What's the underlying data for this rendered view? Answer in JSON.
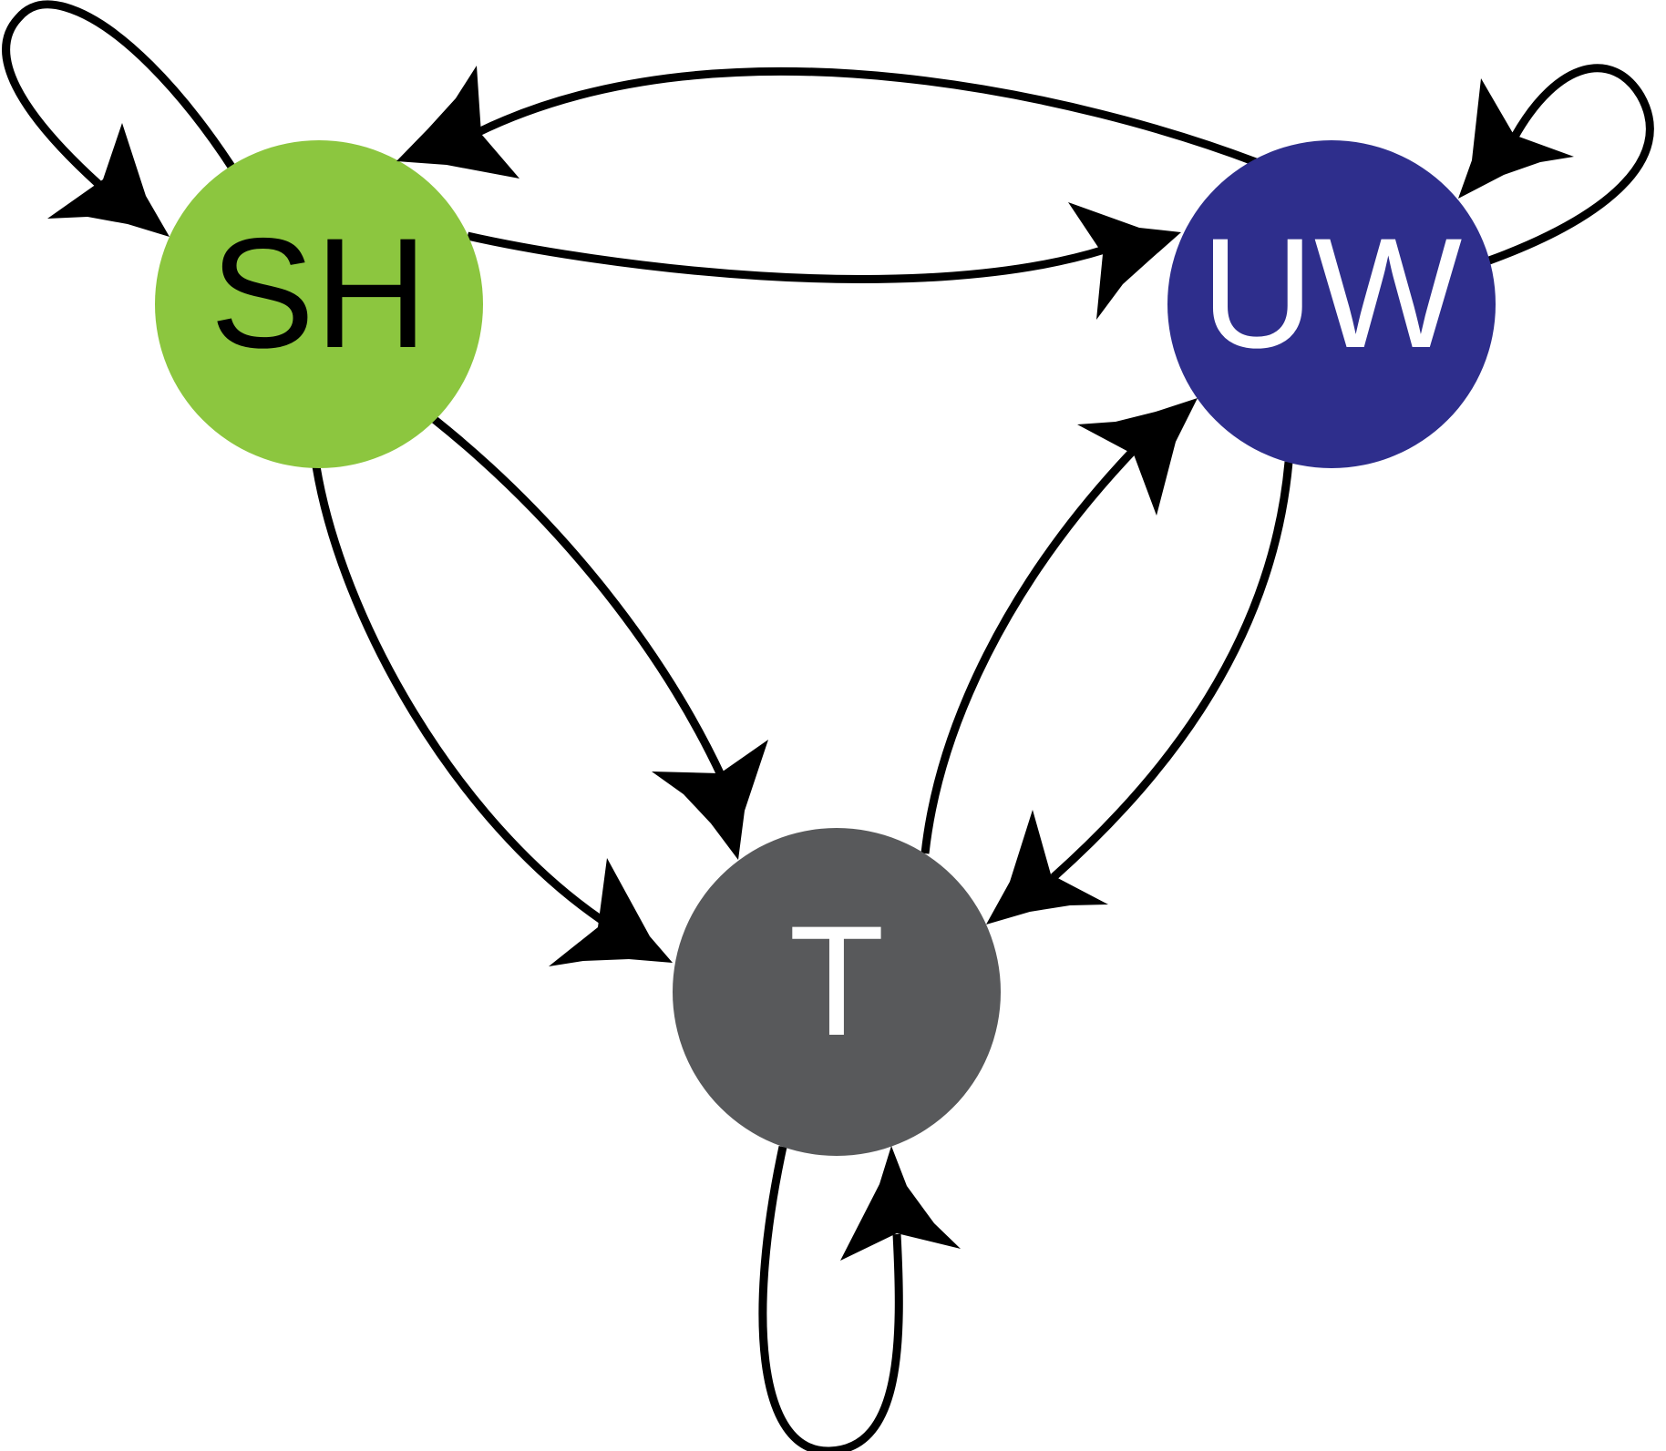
{
  "nodes": [
    {
      "id": "SH",
      "label": "SH",
      "fill": "#8cc63f",
      "text_color": "#000000"
    },
    {
      "id": "UW",
      "label": "UW",
      "fill": "#2e2e8c",
      "text_color": "#ffffff"
    },
    {
      "id": "T",
      "label": "T",
      "fill": "#58595b",
      "text_color": "#ffffff"
    }
  ],
  "edges": [
    {
      "from": "SH",
      "to": "SH"
    },
    {
      "from": "UW",
      "to": "UW"
    },
    {
      "from": "T",
      "to": "T"
    },
    {
      "from": "UW",
      "to": "SH"
    },
    {
      "from": "SH",
      "to": "UW"
    },
    {
      "from": "SH",
      "to": "T"
    },
    {
      "from": "UW",
      "to": "T"
    },
    {
      "from": "T",
      "to": "UW"
    }
  ],
  "edge_color": "#000000"
}
